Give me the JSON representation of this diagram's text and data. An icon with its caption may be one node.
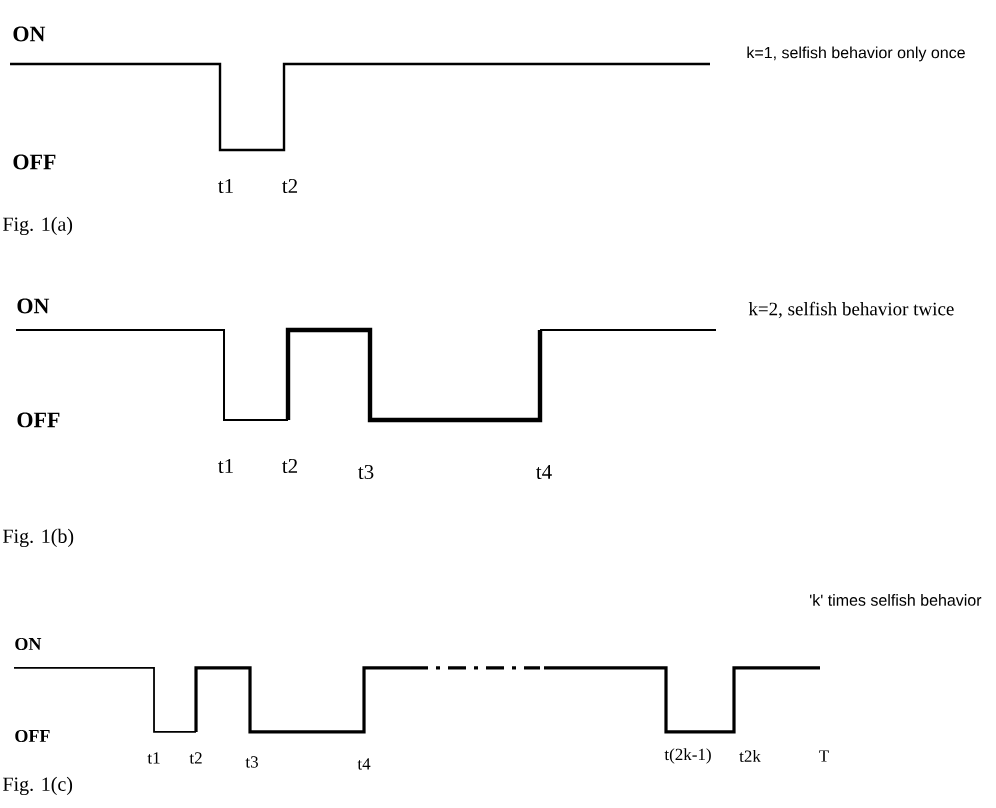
{
  "diagram": {
    "labels": [
      "ON",
      "k=1, selfish behavior only once",
      "OFF",
      "t1",
      "t2",
      "Fig. 1(a)",
      "ON",
      "k=2, selfish behavior twice",
      "OFF",
      "t1",
      "t2",
      "t3",
      "t4",
      "Fig. 1(b)",
      "'k' times selfish behavior",
      "ON",
      "OFF",
      "t1",
      "t2",
      "t3",
      "t4",
      "t(2k-1)",
      "t2k",
      "T",
      "Fig. 1(c)"
    ]
  }
}
